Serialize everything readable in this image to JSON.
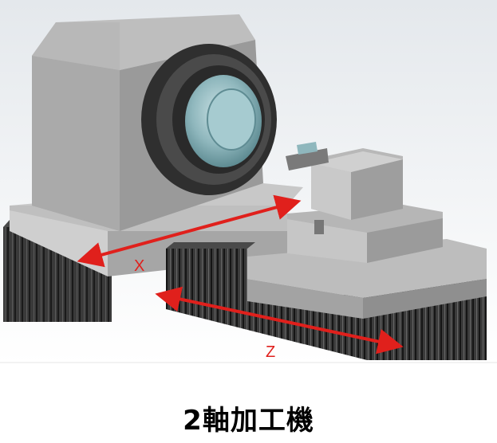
{
  "diagram": {
    "axis_x_label": "X",
    "axis_z_label": "Z",
    "caption": "2軸加工機"
  },
  "colors": {
    "arrow": "#e0201c",
    "body_front": "#a9a9a9",
    "body_side": "#8f8f8f",
    "body_top": "#bdbdbd",
    "bellows_dark": "#2b2b2b",
    "chuck": "#8fb7bd"
  }
}
